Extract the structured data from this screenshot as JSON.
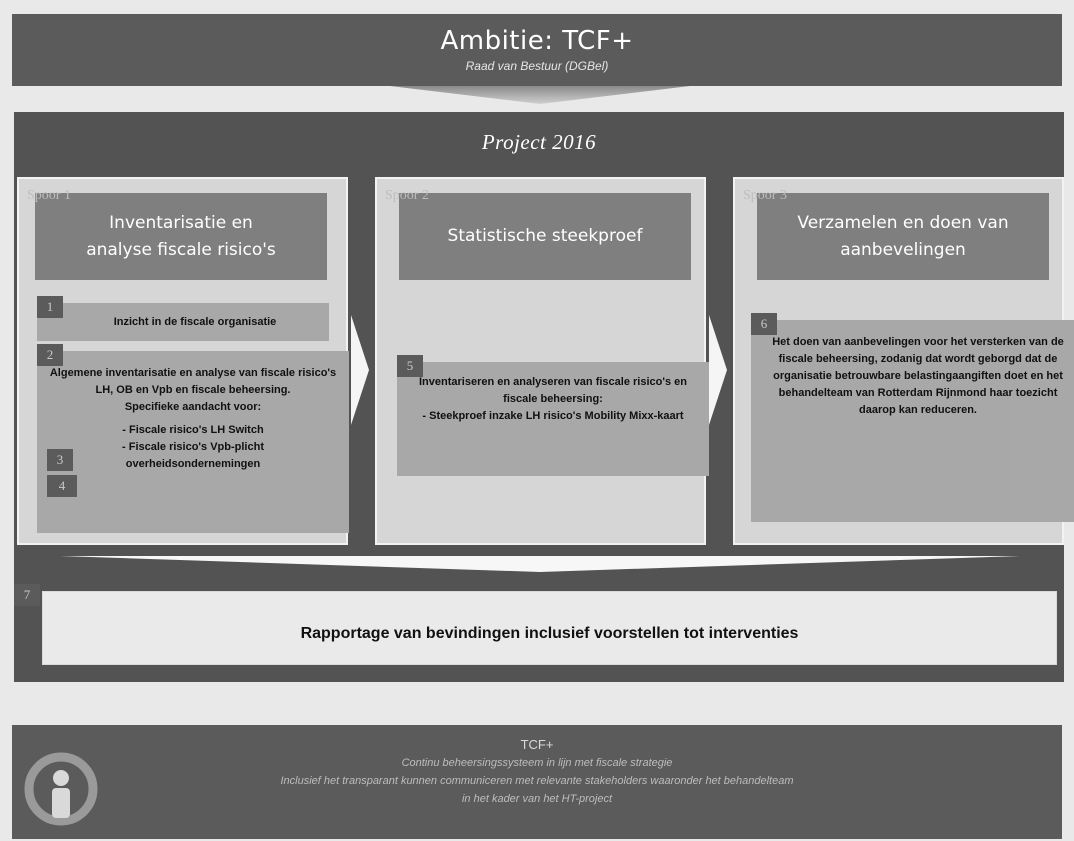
{
  "header": {
    "title": "Ambitie: TCF+",
    "subtitle": "Raad van Bestuur (DGBel)"
  },
  "project": {
    "title": "Project 2016"
  },
  "spoor1": {
    "tag": "Spoor 1",
    "title": "Inventarisatie en analyse fiscale risico's",
    "item1_num": "1",
    "item1_text": "Inzicht in de fiscale organisatie",
    "item2_num": "2",
    "item2_text": "Algemene inventarisatie en analyse van fiscale risico's LH, OB en Vpb en fiscale beheersing.",
    "item2_sub": "Specifieke aandacht voor:",
    "item3_num": "3",
    "item3_text": "- Fiscale risico's LH Switch",
    "item4_num": "4",
    "item4_text": "- Fiscale risico's Vpb-plicht overheidsondernemingen"
  },
  "spoor2": {
    "tag": "Spoor 2",
    "title": "Statistische steekproef",
    "item_num": "5",
    "item_text": "Inventariseren en analyseren van fiscale risico's en fiscale beheersing:",
    "item_sub": "- Steekproef inzake LH risico's Mobility Mixx-kaart"
  },
  "spoor3": {
    "tag": "Spoor 3",
    "title": "Verzamelen en doen van aanbevelingen",
    "item_num": "6",
    "item_text": "Het doen van aanbevelingen voor het versterken van de fiscale beheersing, zodanig dat wordt geborgd dat de organisatie betrouwbare belastingaangiften doet en het behandelteam van Rotterdam Rijnmond haar toezicht daarop kan reduceren."
  },
  "rapportage": {
    "num": "7",
    "text": "Rapportage van bevindingen inclusief voorstellen tot interventies"
  },
  "footer": {
    "title": "TCF+",
    "line1": "Continu beheersingssysteem in lijn met fiscale strategie",
    "line2": "Inclusief het transparant kunnen communiceren met relevante stakeholders waaronder het behandelteam",
    "line3": "in het kader van het HT-project"
  }
}
